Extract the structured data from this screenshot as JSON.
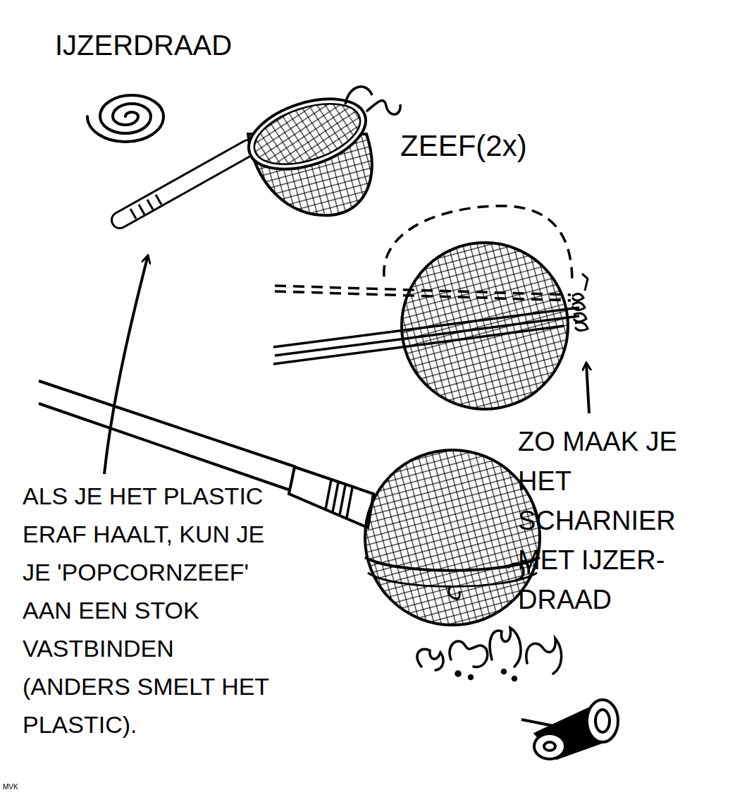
{
  "diagram": {
    "labels": [
      "IJZERDRAAD",
      "ZEEF(2x)",
      "ZO MAAK JE HET SCHARNIER MET IJZER- DRAAD",
      "ALS JE HET PLASTIC ERAF HAALT, KUN JE JE 'POPCORNZEEF' AAN EEN STOK VASTBINDEN (ANDERS SMELT HET PLASTIC).",
      "MVK"
    ]
  }
}
